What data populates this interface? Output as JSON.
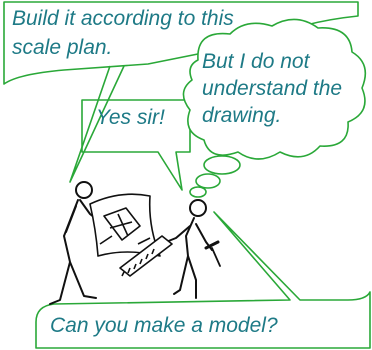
{
  "bubbles": {
    "manager": {
      "lines": [
        "Build it according to this",
        "scale plan."
      ]
    },
    "worker_reply": {
      "text": "Yes sir!"
    },
    "worker_thought": {
      "lines": [
        "But I do not",
        "understand the",
        "drawing."
      ]
    },
    "question": {
      "text": "Can you make a model?"
    }
  },
  "colors": {
    "outline": "#2aa838",
    "text": "#1e7a86",
    "figure": "#111111",
    "plan": "#111111"
  },
  "icons": {
    "plan": "scale-plan-sheet",
    "saw": "hand-saw",
    "hammer": "hammer"
  }
}
